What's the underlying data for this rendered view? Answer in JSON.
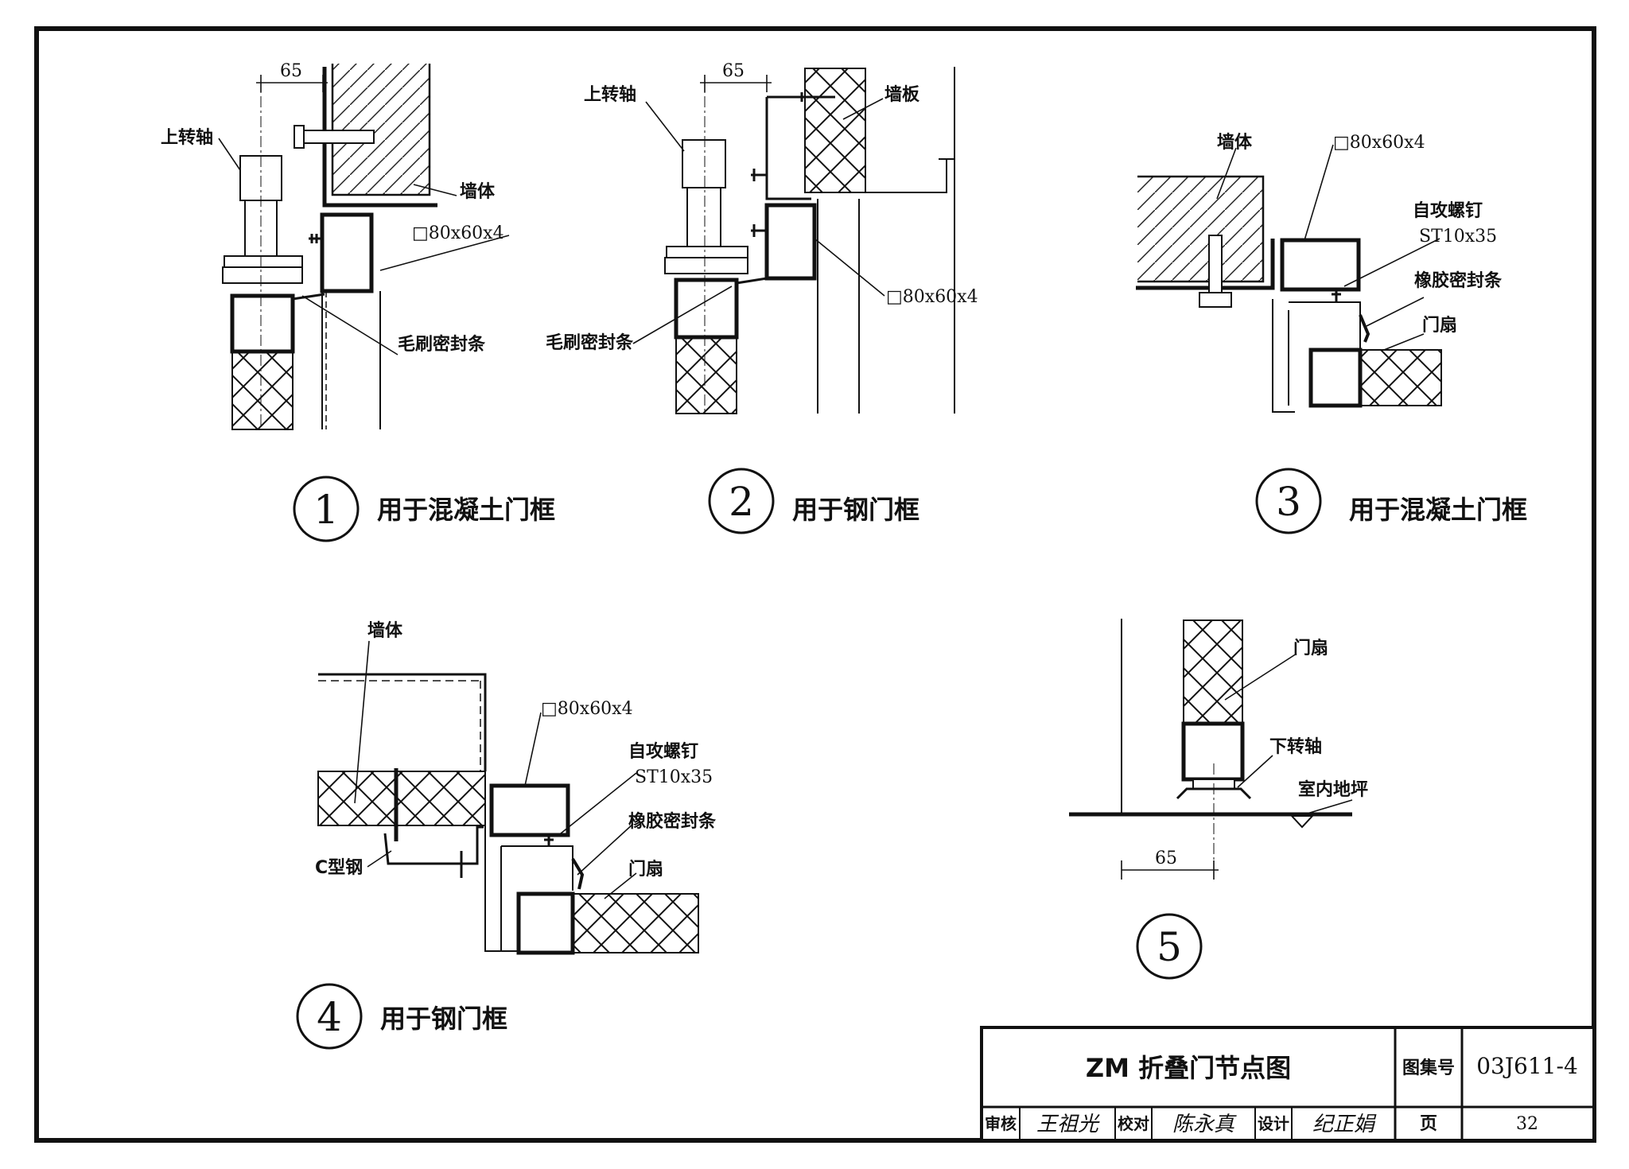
{
  "details": [
    {
      "number": "1",
      "caption": "用于混凝土门框",
      "labels": {
        "dim": "65",
        "shaft": "上转轴",
        "wall": "墙体",
        "tube": "□80x60x4",
        "seal": "毛刷密封条"
      }
    },
    {
      "number": "2",
      "caption": "用于钢门框",
      "labels": {
        "dim": "65",
        "shaft": "上转轴",
        "panel": "墙板",
        "tube": "□80x60x4",
        "seal": "毛刷密封条"
      }
    },
    {
      "number": "3",
      "caption": "用于混凝土门框",
      "labels": {
        "wall": "墙体",
        "tube": "□80x60x4",
        "screw": "自攻螺钉",
        "screw_spec": "ST10x35",
        "seal": "橡胶密封条",
        "leaf": "门扇"
      }
    },
    {
      "number": "4",
      "caption": "用于钢门框",
      "labels": {
        "wall": "墙体",
        "tube": "□80x60x4",
        "screw": "自攻螺钉",
        "screw_spec": "ST10x35",
        "seal": "橡胶密封条",
        "leaf": "门扇",
        "channel": "C型钢"
      }
    },
    {
      "number": "5",
      "caption": "",
      "labels": {
        "leaf": "门扇",
        "shaft": "下转轴",
        "floor": "室内地坪",
        "dim": "65"
      }
    }
  ],
  "title_block": {
    "title": "ZM 折叠门节点图",
    "atlas_label": "图集号",
    "atlas_no": "03J611-4",
    "review_label": "审核",
    "check_label": "校对",
    "design_label": "设计",
    "page_label": "页",
    "page_no": "32",
    "review_sig": "王祖光",
    "check_sig": "陈永真",
    "design_sig": "纪正娟"
  }
}
